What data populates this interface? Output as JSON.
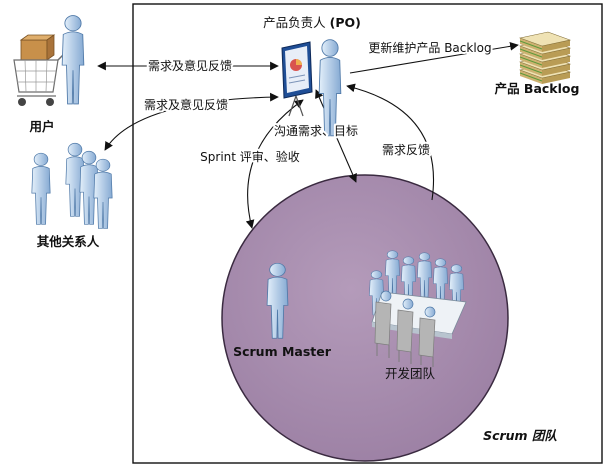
{
  "roles": {
    "product_owner": {
      "label": "产品负责人",
      "abbr": "(PO)"
    },
    "user": {
      "label": "用户"
    },
    "stakeholders": {
      "label": "其他关系人"
    },
    "scrum_master": {
      "label": "Scrum Master"
    },
    "dev_team": {
      "label": "开发团队"
    },
    "scrum_team": {
      "label": "Scrum 团队"
    }
  },
  "artifacts": {
    "product_backlog": {
      "label": "产品 Backlog"
    }
  },
  "flows": {
    "user_po": "需求及意见反馈",
    "stakeholders_po": "需求及意见反馈",
    "po_backlog": "更新维护产品 Backlog",
    "po_team_goals": "沟通需求、目标",
    "sprint_review": "Sprint 评审、验收",
    "team_feedback": "需求反馈"
  },
  "icons": [
    "person-icon",
    "shopping-cart-icon",
    "presentation-board-icon",
    "document-stack-icon",
    "meeting-table-icon"
  ],
  "colors": {
    "team_circle": "#a58bab",
    "figure": "#9dbde0",
    "figure_outline": "#4f79a8",
    "backlog": "#e6d49a"
  }
}
